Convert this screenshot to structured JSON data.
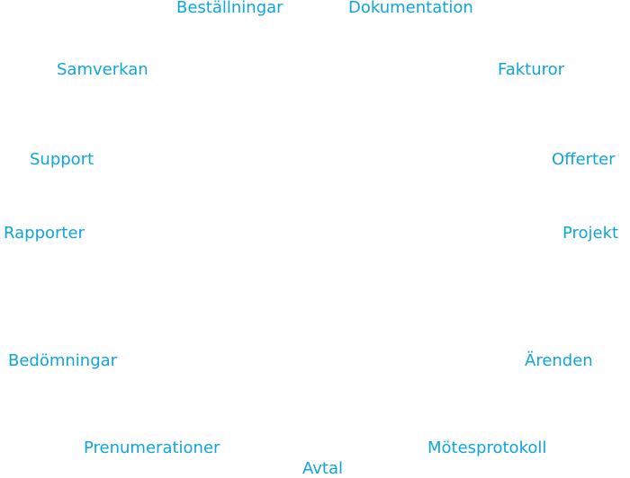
{
  "accent_color": "#0ea5d8",
  "nav": {
    "items": [
      "Beställningar",
      "Dokumentation",
      "Fakturor",
      "Offerter",
      "Projekt",
      "Ärenden",
      "Mötesprotokoll",
      "Avtal",
      "Prenumerationer",
      "Bedömningar",
      "Rapporter",
      "Support",
      "Samverkan"
    ]
  }
}
